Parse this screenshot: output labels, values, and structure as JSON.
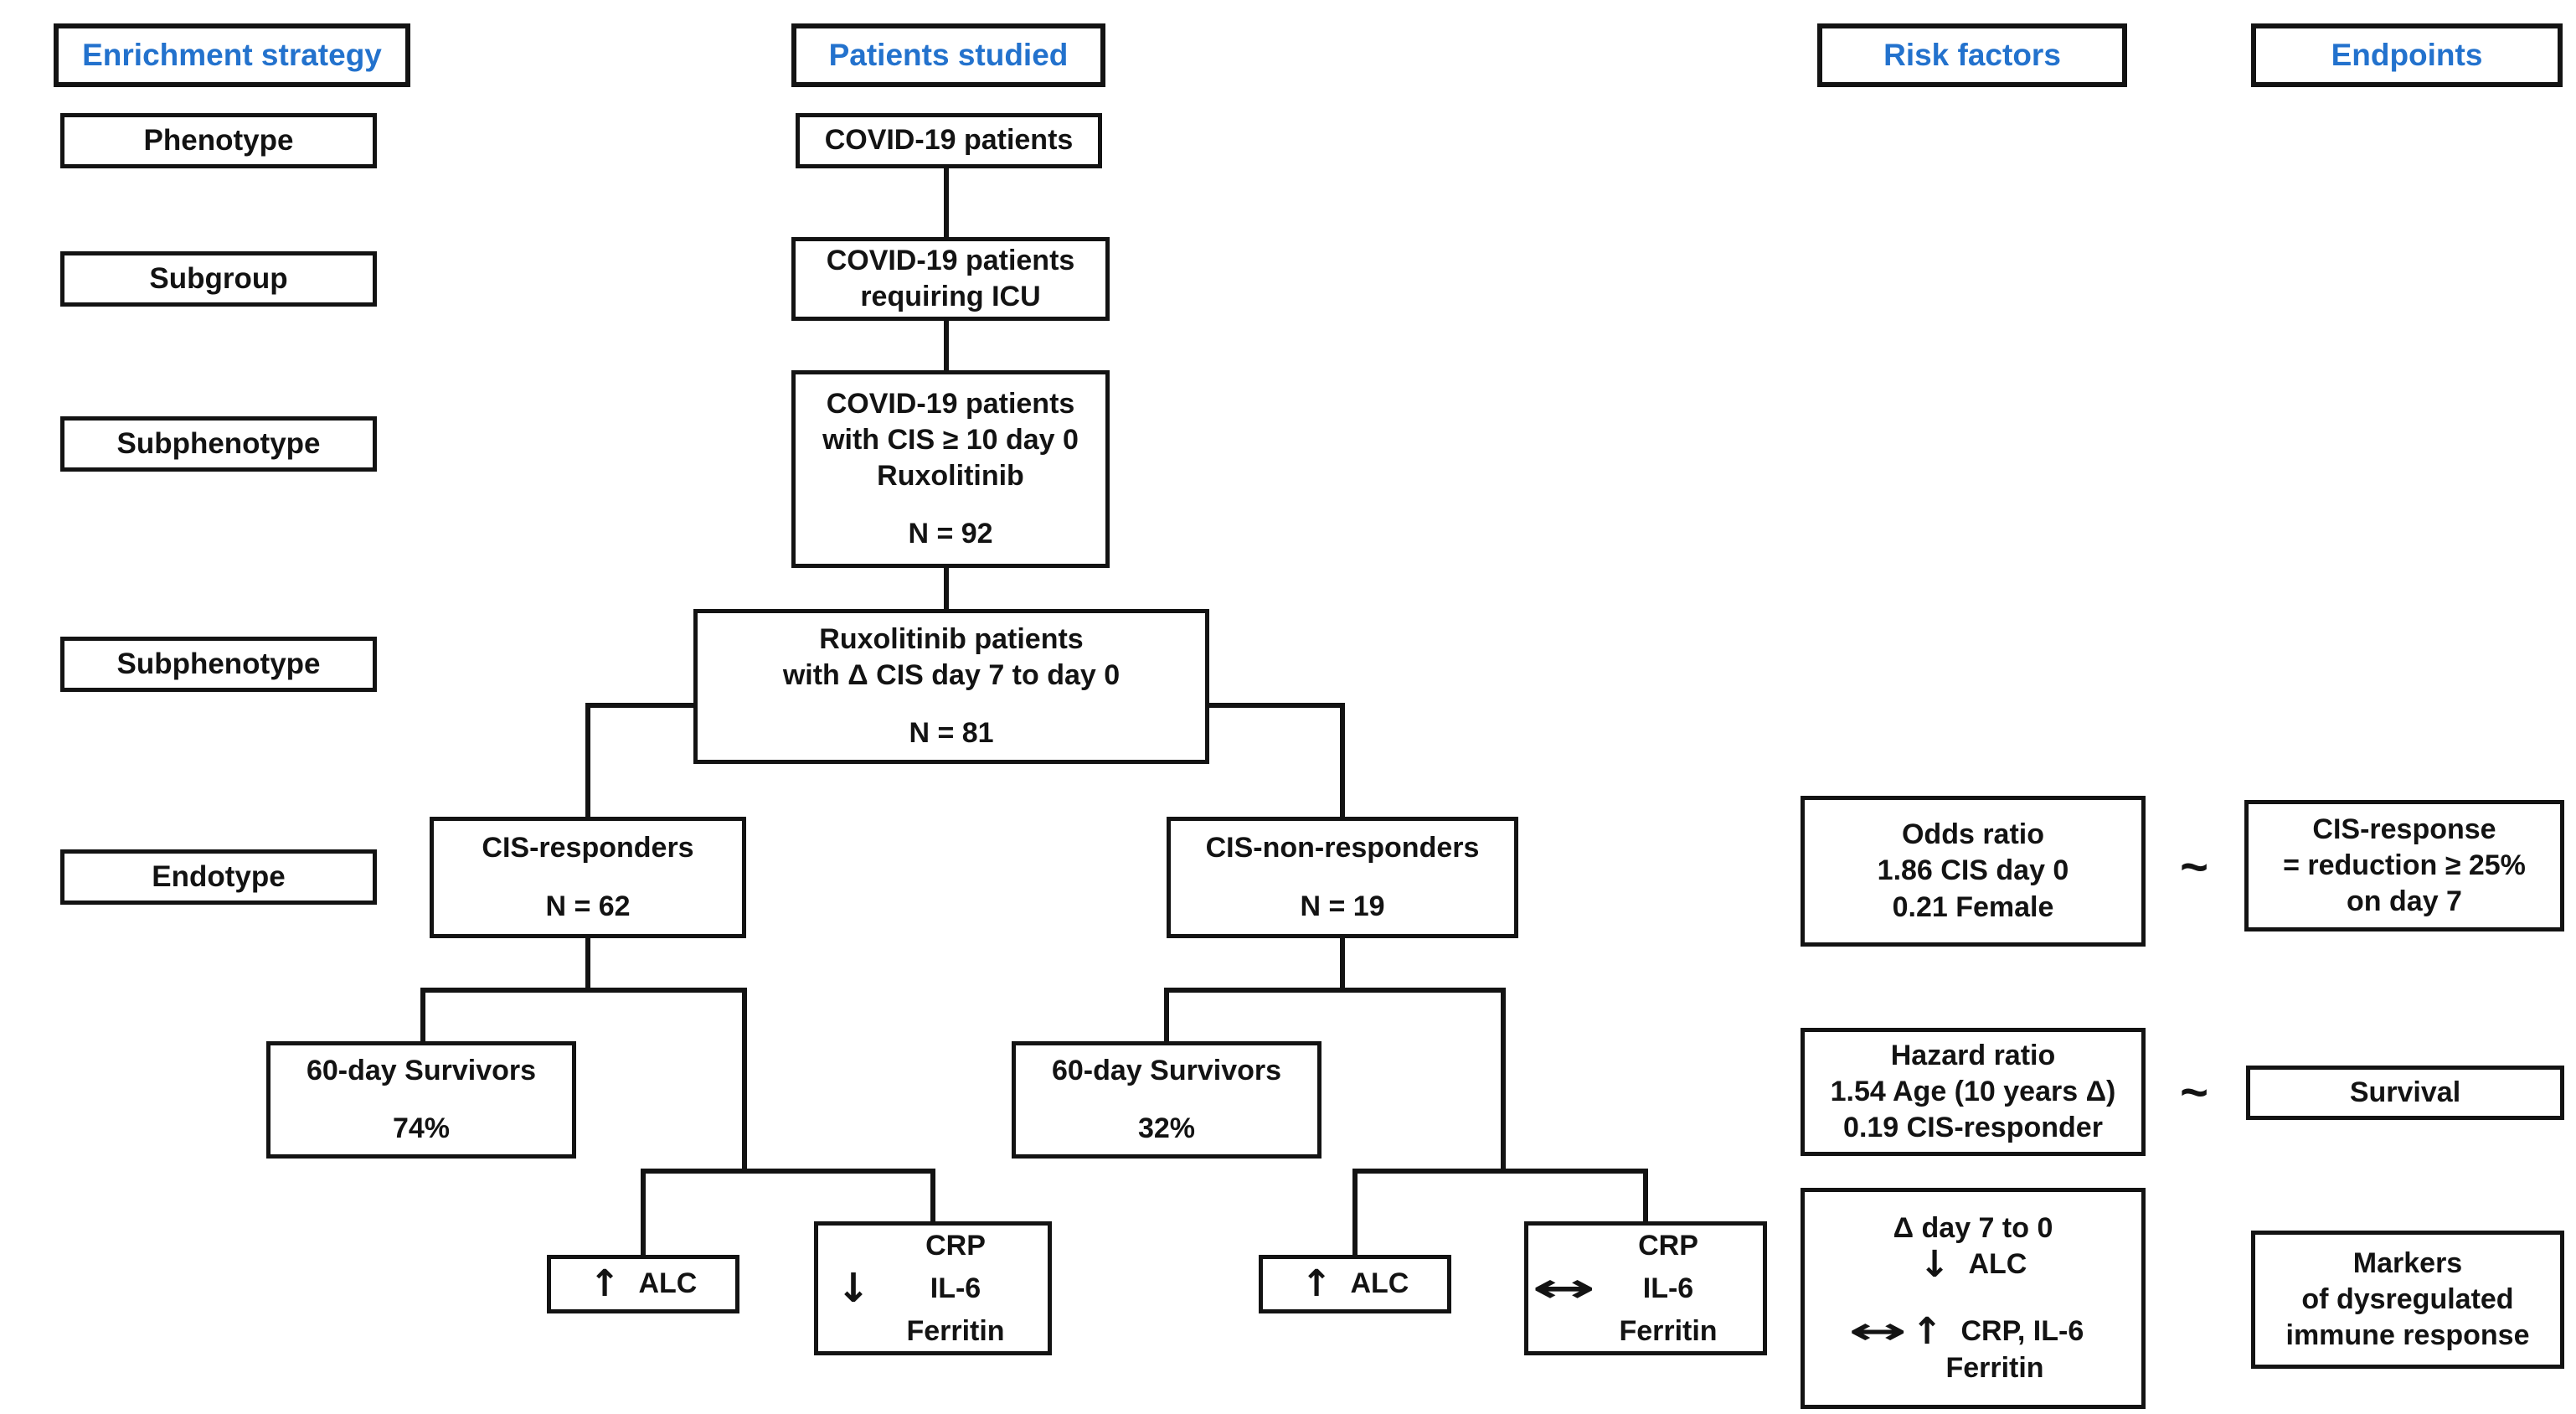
{
  "palette": {
    "accent_blue": "#2372CD",
    "ink": "#131313"
  },
  "headers": {
    "enrichment": "Enrichment strategy",
    "patients": "Patients studied",
    "risk": "Risk factors",
    "endpoints": "Endpoints"
  },
  "enrichment_rows": [
    "Phenotype",
    "Subgroup",
    "Subphenotype",
    "Subphenotype",
    "Endotype"
  ],
  "nodes": {
    "covid": {
      "line1": "COVID-19 patients"
    },
    "icu": {
      "lines": [
        "COVID-19 patients",
        "requiring ICU"
      ]
    },
    "cis10": {
      "lines": [
        "COVID-19 patients",
        "with CIS ≥ 10 day 0",
        "Ruxolitinib"
      ],
      "n": "N = 92"
    },
    "rux": {
      "lines": [
        "Ruxolitinib patients",
        "with Δ CIS day 7 to day 0"
      ],
      "n": "N = 81"
    },
    "responders": {
      "title": "CIS-responders",
      "n": "N = 62"
    },
    "nonresponders": {
      "title": "CIS-non-responders",
      "n": "N = 19"
    },
    "surv74": {
      "title": "60-day Survivors",
      "value": "74%"
    },
    "surv32": {
      "title": "60-day Survivors",
      "value": "32%"
    },
    "alc_resp": {
      "arrow": "↑",
      "label": "ALC"
    },
    "crp_resp": {
      "arrow": "↓",
      "lines": [
        "CRP",
        "IL-6",
        "Ferritin"
      ]
    },
    "alc_nonresp": {
      "arrow": "↑",
      "label": "ALC"
    },
    "crp_nonresp": {
      "arrow": "↔",
      "lines": [
        "CRP",
        "IL-6",
        "Ferritin"
      ]
    }
  },
  "risk_factors": {
    "odds": {
      "lines": [
        "Odds ratio",
        "1.86 CIS day 0",
        "0.21 Female"
      ]
    },
    "hazard": {
      "lines": [
        "Hazard ratio",
        "1.54 Age (10 years Δ)",
        "0.19 CIS-responder"
      ]
    },
    "delta": {
      "title": "Δ day 7 to 0",
      "alc_arrow": "↓",
      "alc_label": "ALC",
      "crp_arrow1": "↔",
      "crp_arrow2": "↑",
      "crp_label": "CRP, IL-6",
      "ferritin": "Ferritin"
    }
  },
  "endpoints_col": {
    "cis_response": {
      "lines": [
        "CIS-response",
        "= reduction ≥ 25%",
        "on day 7"
      ]
    },
    "survival": "Survival",
    "markers": {
      "lines": [
        "Markers",
        "of dysregulated",
        "immune response"
      ]
    }
  },
  "relation_symbol": "~"
}
